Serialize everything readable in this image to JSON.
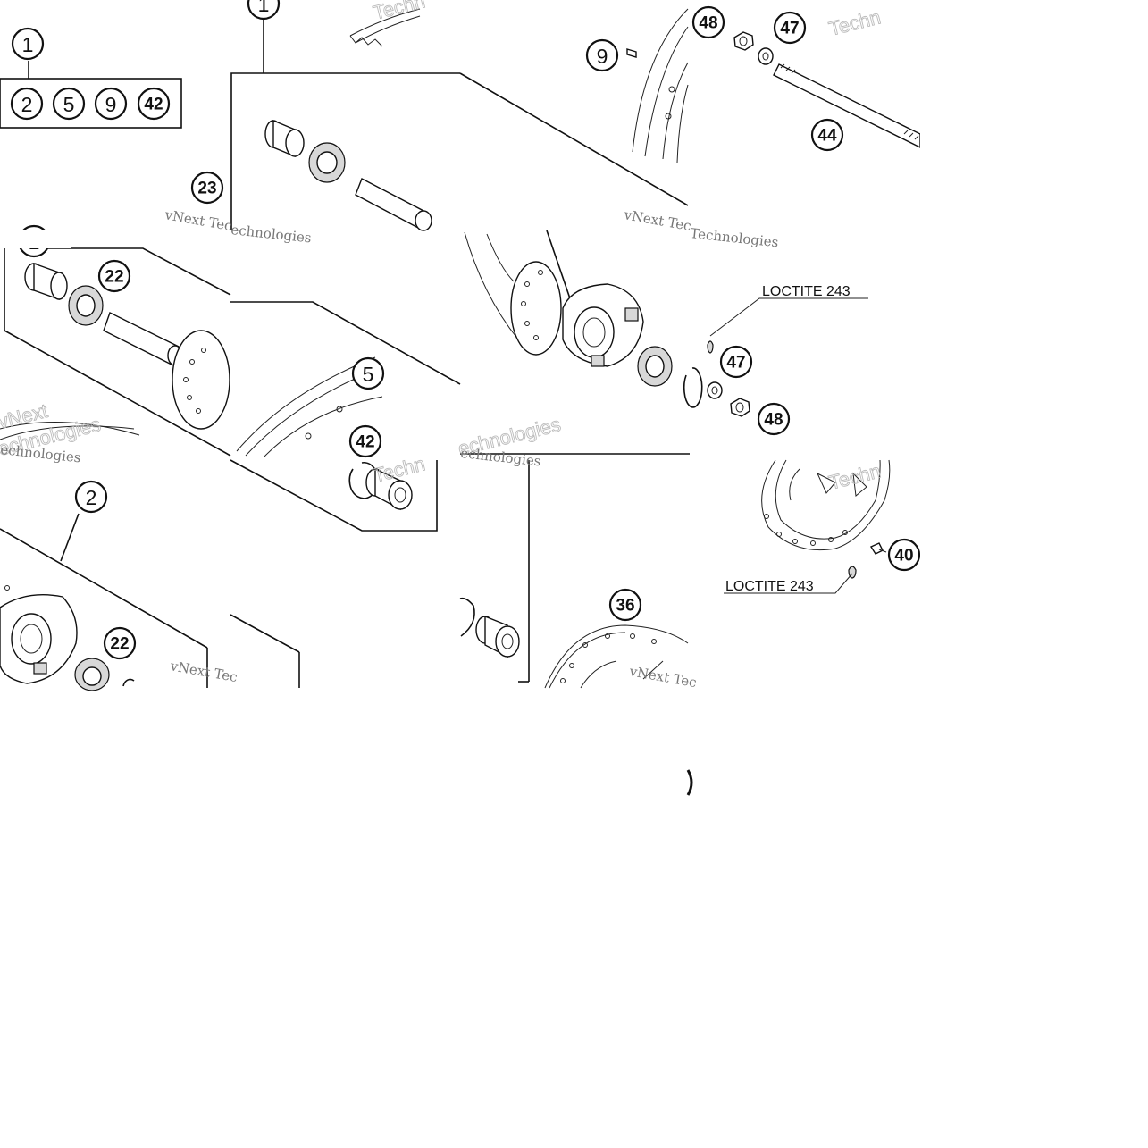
{
  "callouts": {
    "c1_top": "1",
    "c1_frame": "1",
    "c1_left": "1",
    "kit_2": "2",
    "kit_5": "5",
    "kit_9": "9",
    "kit_42": "42",
    "c23": "23",
    "c9": "9",
    "c48_top": "48",
    "c47_top": "47",
    "c44": "44",
    "c22_a": "22",
    "c5": "5",
    "c42": "42",
    "c47_mid": "47",
    "c48_mid": "48",
    "c2": "2",
    "c22_b": "22",
    "c36": "36",
    "c40": "40"
  },
  "labels": {
    "loctite_top": "LOCTITE 243",
    "loctite_bottom": "LOCTITE 243"
  },
  "watermarks": {
    "vnext_tech": "vNext Tec",
    "technologies": "Technologies",
    "technologies_short": "echnologies",
    "techn": "Techn",
    "vnext": "vNext"
  }
}
